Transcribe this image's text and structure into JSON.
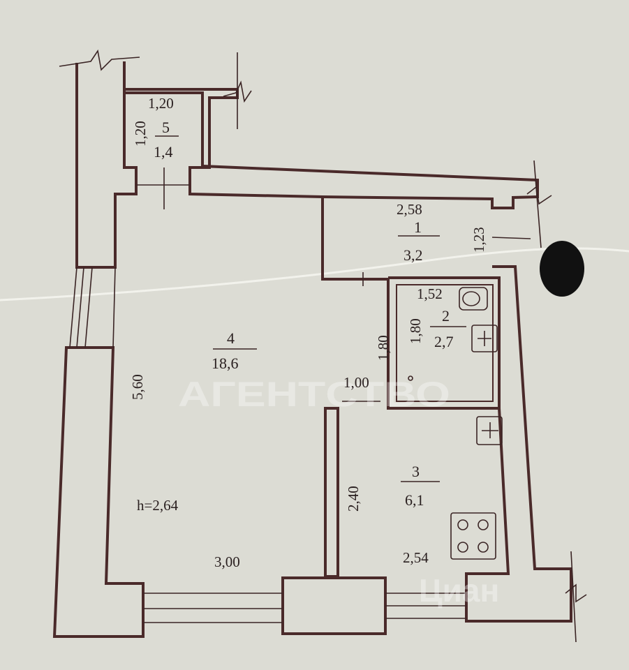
{
  "rooms": {
    "r1": {
      "number": "1",
      "area": "3,2"
    },
    "r2": {
      "number": "2",
      "area": "2,7"
    },
    "r3": {
      "number": "3",
      "area": "6,1"
    },
    "r4": {
      "number": "4",
      "area": "18,6"
    },
    "r5": {
      "number": "5",
      "area": "1,4"
    }
  },
  "dimensions": {
    "r5_width": "1,20",
    "r5_height": "1,20",
    "r1_width": "2,58",
    "r1_height": "1,23",
    "r2_width": "1,52",
    "r2_height": "1,80",
    "corridor_height": "1,80",
    "passage_width": "1,00",
    "r4_height": "5,60",
    "r4_width": "3,00",
    "r3_height": "2,40",
    "r3_width": "2,54"
  },
  "ceiling_height": "h=2,64",
  "watermarks": {
    "agency": "АГЕНТСТВО",
    "portal": "Циан"
  },
  "colors": {
    "paper": "#dcdcd4",
    "wall": "#4a2a2a",
    "line": "#3a2424"
  }
}
